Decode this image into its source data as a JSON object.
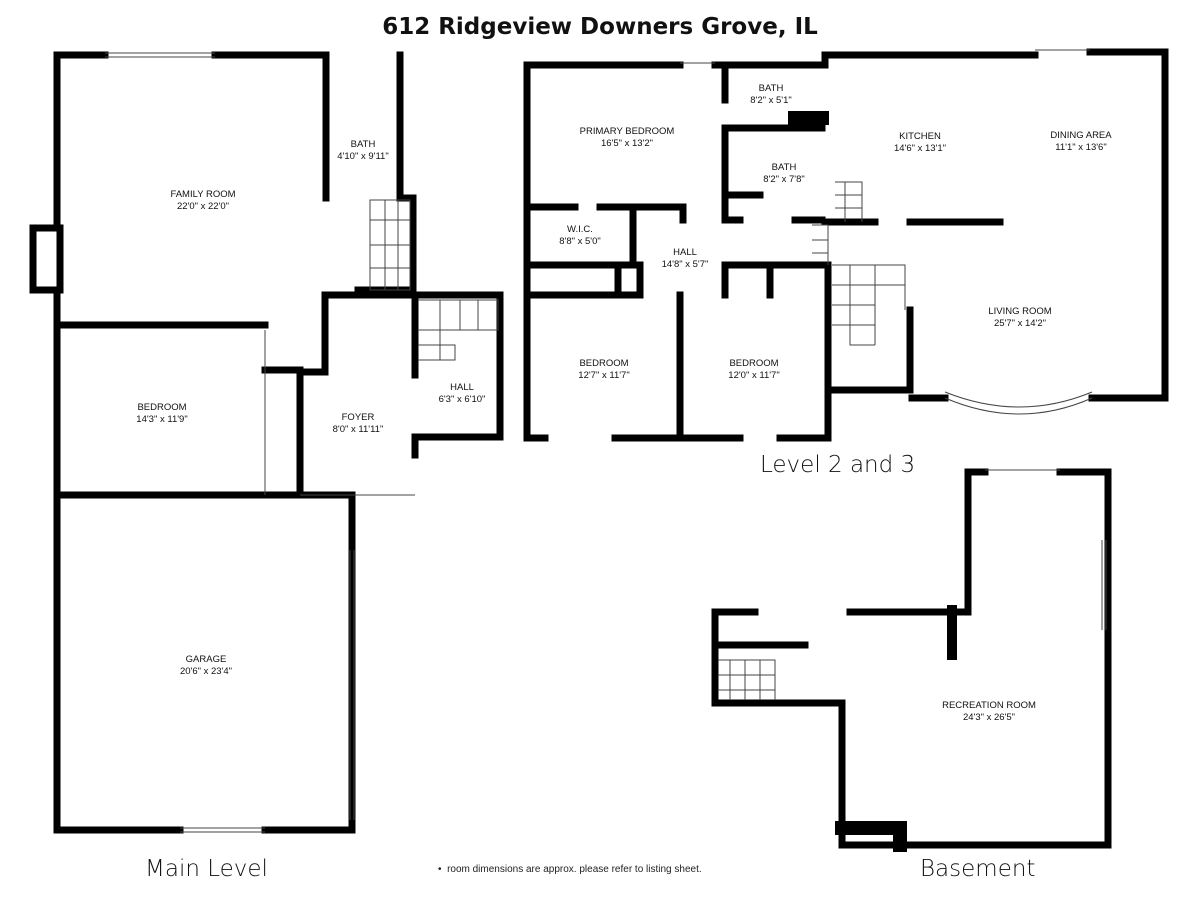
{
  "title": "612 Ridgeview Downers Grove, IL",
  "levels": {
    "main": "Main Level",
    "upper": "Level 2 and 3",
    "basement": "Basement"
  },
  "note": "room dimensions are approx. please refer to listing sheet.",
  "rooms": {
    "family_room": {
      "name": "FAMILY ROOM",
      "size": "22'0\" x 22'0\""
    },
    "bath_main": {
      "name": "BATH",
      "size": "4'10\" x 9'11\""
    },
    "bedroom_main": {
      "name": "BEDROOM",
      "size": "14'3\" x 11'9\""
    },
    "foyer": {
      "name": "FOYER",
      "size": "8'0\" x 11'11\""
    },
    "hall_main": {
      "name": "HALL",
      "size": "6'3\" x 6'10\""
    },
    "garage": {
      "name": "GARAGE",
      "size": "20'6\" x 23'4\""
    },
    "primary_bedroom": {
      "name": "PRIMARY BEDROOM",
      "size": "16'5\" x 13'2\""
    },
    "bath_upper_1": {
      "name": "BATH",
      "size": "8'2\" x 5'1\""
    },
    "bath_upper_2": {
      "name": "BATH",
      "size": "8'2\" x 7'8\""
    },
    "wic": {
      "name": "W.I.C.",
      "size": "8'8\" x 5'0\""
    },
    "hall_upper": {
      "name": "HALL",
      "size": "14'8\" x 5'7\""
    },
    "bedroom_upper_1": {
      "name": "BEDROOM",
      "size": "12'7\" x 11'7\""
    },
    "bedroom_upper_2": {
      "name": "BEDROOM",
      "size": "12'0\" x 11'7\""
    },
    "kitchen": {
      "name": "KITCHEN",
      "size": "14'6\" x 13'1\""
    },
    "dining_area": {
      "name": "DINING AREA",
      "size": "11'1\" x 13'6\""
    },
    "living_room": {
      "name": "LIVING ROOM",
      "size": "25'7\" x 14'2\""
    },
    "recreation_room": {
      "name": "RECREATION ROOM",
      "size": "24'3\" x 26'5\""
    }
  }
}
